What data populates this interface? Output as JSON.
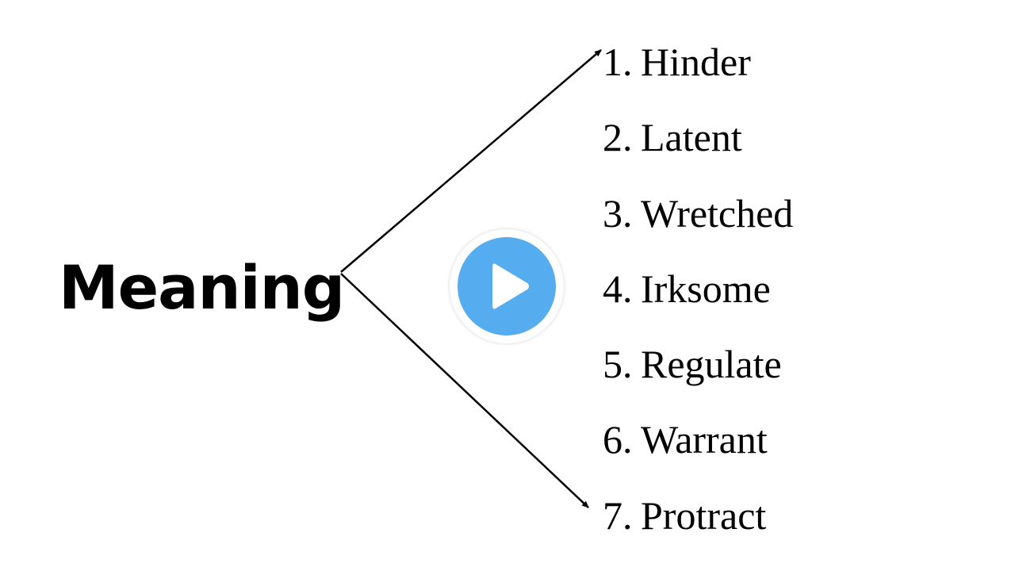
{
  "title": "Meaning",
  "words": [
    {
      "num": "1.",
      "label": "Hinder"
    },
    {
      "num": "2.",
      "label": "Latent"
    },
    {
      "num": "3.",
      "label": "Wretched"
    },
    {
      "num": "4.",
      "label": "Irksome"
    },
    {
      "num": "5.",
      "label": "Regulate"
    },
    {
      "num": "6.",
      "label": "Warrant"
    },
    {
      "num": "7.",
      "label": "Protract"
    }
  ],
  "play_button": {
    "icon": "play-icon",
    "color": "#55acee"
  }
}
